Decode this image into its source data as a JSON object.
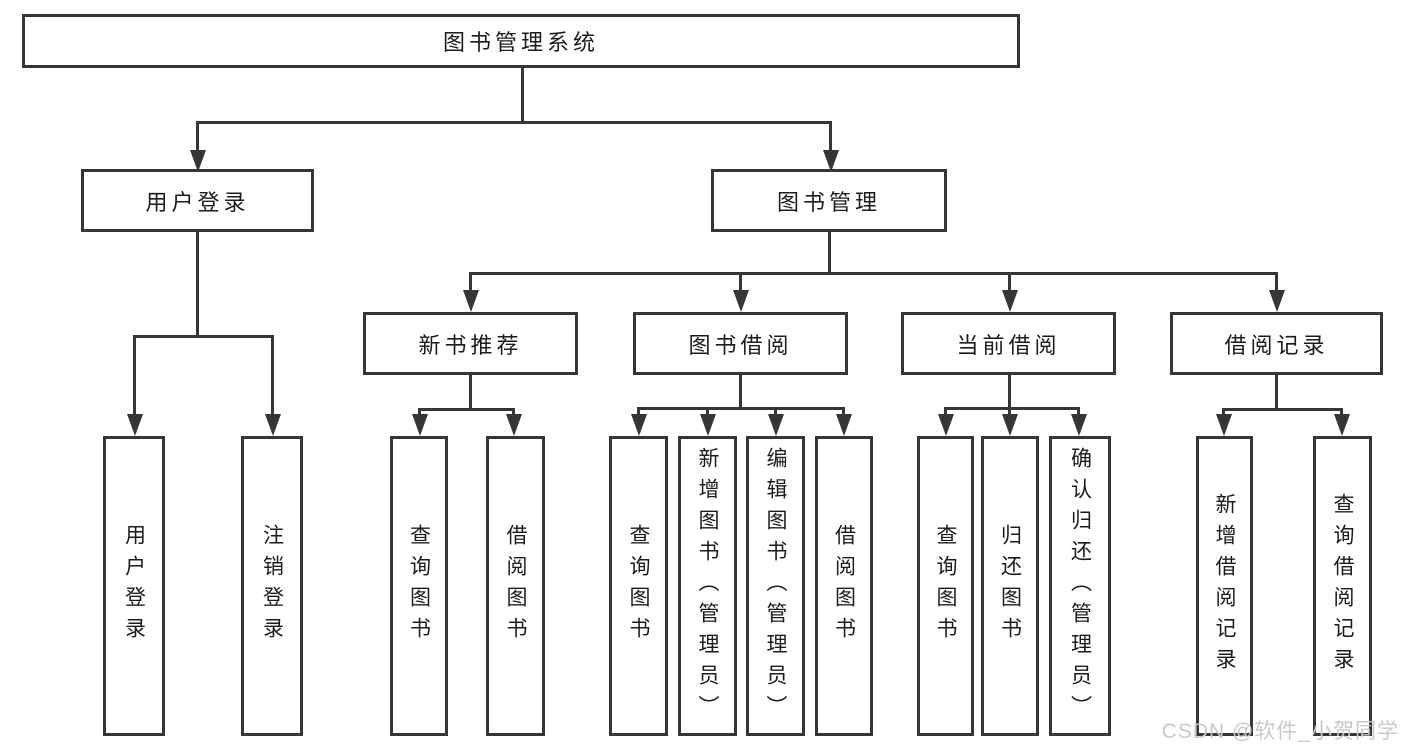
{
  "diagram": {
    "root": {
      "label": "图书管理系统"
    },
    "level2": {
      "user_login": {
        "label": "用户登录"
      },
      "book_mgmt": {
        "label": "图书管理"
      }
    },
    "level3": {
      "new_books": {
        "label": "新书推荐"
      },
      "borrowing": {
        "label": "图书借阅"
      },
      "current": {
        "label": "当前借阅"
      },
      "records": {
        "label": "借阅记录"
      }
    },
    "leaves": {
      "login": {
        "label": "用户登录"
      },
      "logout": {
        "label": "注销登录"
      },
      "nb_query": {
        "label": "查询图书"
      },
      "nb_borrow": {
        "label": "借阅图书"
      },
      "bw_query": {
        "label": "查询图书"
      },
      "bw_add": {
        "label": "新增图书（管理员）"
      },
      "bw_edit": {
        "label": "编辑图书（管理员）"
      },
      "bw_borrow": {
        "label": "借阅图书"
      },
      "cu_query": {
        "label": "查询图书"
      },
      "cu_return": {
        "label": "归还图书"
      },
      "cu_confirm": {
        "label": "确认归还（管理员）"
      },
      "rc_add": {
        "label": "新增借阅记录"
      },
      "rc_query": {
        "label": "查询借阅记录"
      }
    }
  },
  "watermark": {
    "text": "CSDN @软件_小贺同学"
  },
  "colors": {
    "line": "#363636",
    "text": "#1c1c1c",
    "watermark": "#c9c9c9",
    "background": "#ffffff"
  }
}
